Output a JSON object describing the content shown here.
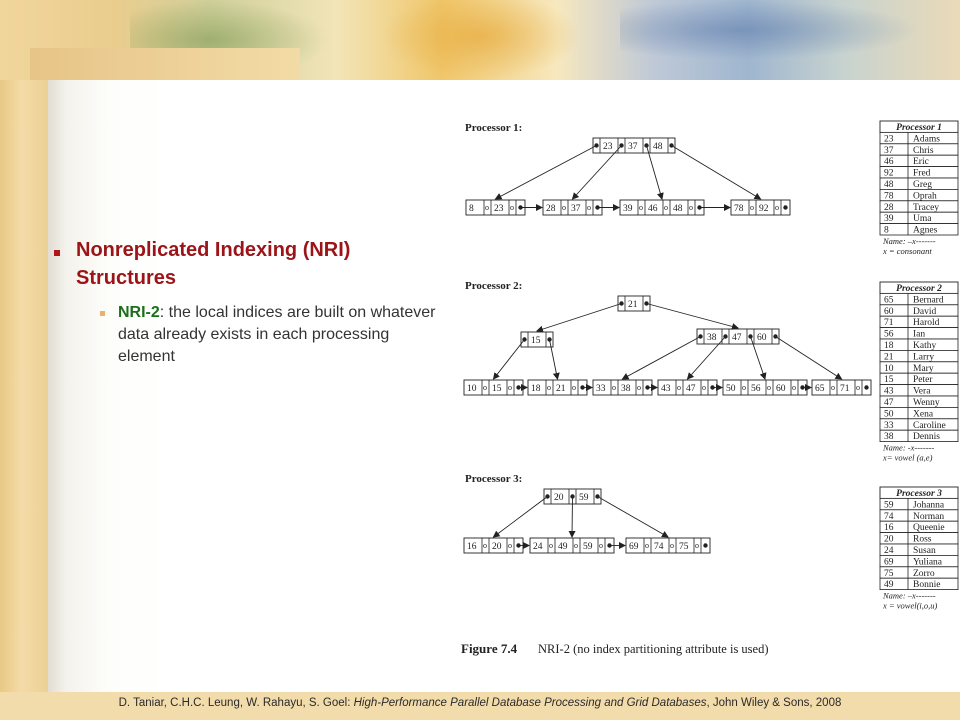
{
  "slide": {
    "bullet1": "Nonreplicated Indexing (NRI) Structures",
    "bullet2_keyword": "NRI-2",
    "bullet2_rest": ": the local indices are built on whatever data already exists in each processing element"
  },
  "footer": {
    "authors": "D. Taniar, C.H.C. Leung, W. Rahayu, S. Goel: ",
    "title": "High-Performance Parallel Database Processing and Grid Databases",
    "publisher": ", John Wiley & Sons, 2008"
  },
  "figure": {
    "caption_label": "Figure 7.4",
    "caption_text": "NRI-2 (no index partitioning attribute is used)",
    "processors": [
      {
        "label": "Processor 1:",
        "root": [
          "23",
          "37",
          "48"
        ],
        "leaves": [
          [
            "8",
            "23"
          ],
          [
            "28",
            "37"
          ],
          [
            "39",
            "46",
            "48"
          ],
          [
            "78",
            "92"
          ]
        ],
        "table_title": "Processor 1",
        "rows": [
          [
            "23",
            "Adams"
          ],
          [
            "37",
            "Chris"
          ],
          [
            "46",
            "Eric"
          ],
          [
            "92",
            "Fred"
          ],
          [
            "48",
            "Greg"
          ],
          [
            "78",
            "Oprah"
          ],
          [
            "28",
            "Tracey"
          ],
          [
            "39",
            "Uma"
          ],
          [
            "8",
            "Agnes"
          ]
        ],
        "note1": "Name: –x-------",
        "note2": "x = consonant"
      },
      {
        "label": "Processor 2:",
        "root": [
          "21"
        ],
        "mid_left": [
          "15"
        ],
        "mid_right": [
          "38",
          "47",
          "60"
        ],
        "leaves": [
          [
            "10",
            "15"
          ],
          [
            "18",
            "21"
          ],
          [
            "33",
            "38"
          ],
          [
            "43",
            "47"
          ],
          [
            "50",
            "56",
            "60"
          ],
          [
            "65",
            "71"
          ]
        ],
        "table_title": "Processor 2",
        "rows": [
          [
            "65",
            "Bernard"
          ],
          [
            "60",
            "David"
          ],
          [
            "71",
            "Harold"
          ],
          [
            "56",
            "Ian"
          ],
          [
            "18",
            "Kathy"
          ],
          [
            "21",
            "Larry"
          ],
          [
            "10",
            "Mary"
          ],
          [
            "15",
            "Peter"
          ],
          [
            "43",
            "Vera"
          ],
          [
            "47",
            "Wenny"
          ],
          [
            "50",
            "Xena"
          ],
          [
            "33",
            "Caroline"
          ],
          [
            "38",
            "Dennis"
          ]
        ],
        "note1": "Name: -x-------",
        "note2": "x= vowel (a,e)"
      },
      {
        "label": "Processor 3:",
        "root": [
          "20",
          "59"
        ],
        "leaves": [
          [
            "16",
            "20"
          ],
          [
            "24",
            "49",
            "59"
          ],
          [
            "69",
            "74",
            "75"
          ]
        ],
        "table_title": "Processor 3",
        "rows": [
          [
            "59",
            "Johanna"
          ],
          [
            "74",
            "Norman"
          ],
          [
            "16",
            "Queenie"
          ],
          [
            "20",
            "Ross"
          ],
          [
            "24",
            "Susan"
          ],
          [
            "69",
            "Yuliana"
          ],
          [
            "75",
            "Zorro"
          ],
          [
            "49",
            "Bonnie"
          ]
        ],
        "note1": "Name: –x-------",
        "note2": "x = vowel(i,o,u)"
      }
    ]
  }
}
